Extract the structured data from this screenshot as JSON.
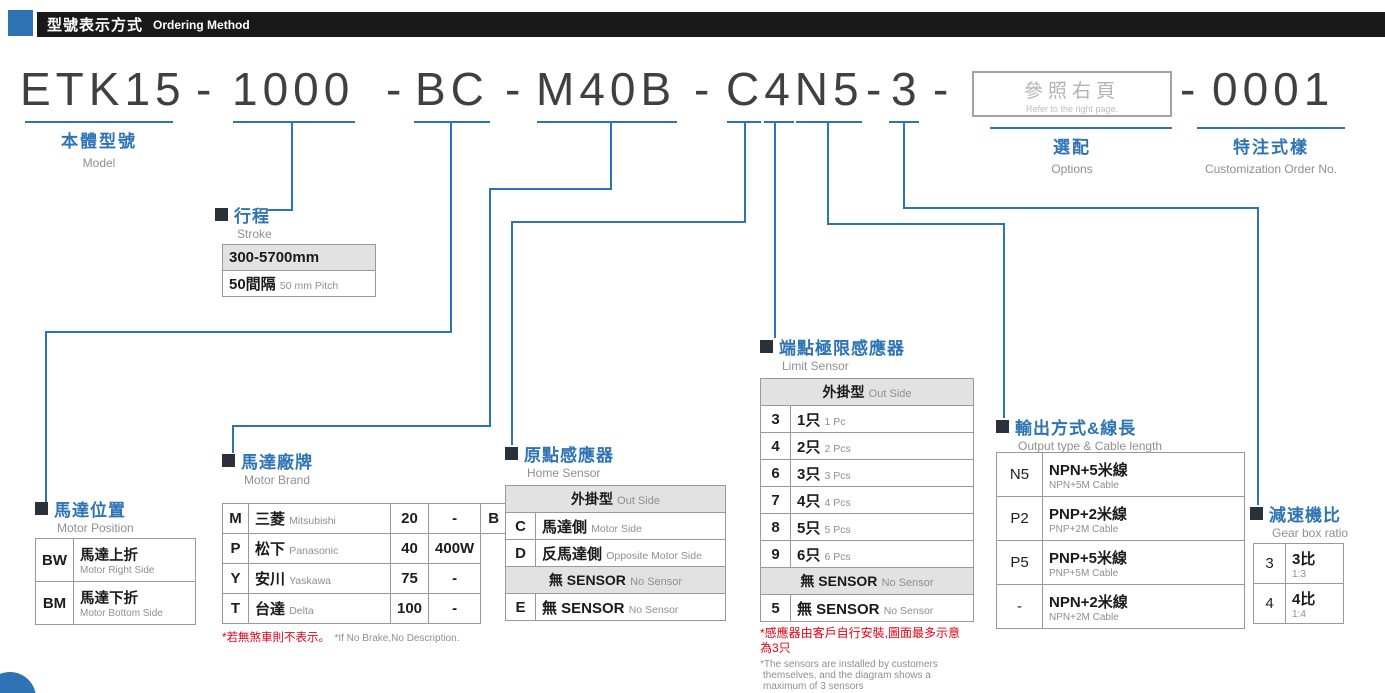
{
  "colors": {
    "accent_blue": "#2e74b5",
    "header_bar": "#191919",
    "table_header_bg": "#e2e2e2",
    "note_red": "#e60012",
    "code_text": "#404040",
    "subtitle_gray": "#8f8f8f"
  },
  "header": {
    "title_zh": "型號表示方式",
    "title_en": "Ordering Method"
  },
  "model": {
    "dash": "-",
    "body": "ETK15",
    "stroke": "1000",
    "position": "BC",
    "brand": "M40B",
    "sensor": "C4N5",
    "gear": "3",
    "custom": "0001",
    "ref_box": {
      "zh": "參照右頁",
      "en": "Refer to the right page."
    }
  },
  "callouts": {
    "model": {
      "zh": "本體型號",
      "en": "Model"
    },
    "options": {
      "zh": "選配",
      "en": "Options"
    },
    "custom": {
      "zh": "特注式樣",
      "en": "Customization Order No."
    }
  },
  "stroke": {
    "title_zh": "行程",
    "title_en": "Stroke",
    "range": "300-5700mm",
    "pitch_zh": "50間隔",
    "pitch_en": "50 mm Pitch"
  },
  "motor_position": {
    "title_zh": "馬達位置",
    "title_en": "Motor Position",
    "rows": [
      {
        "code": "BW",
        "zh": "馬達上折",
        "en": "Motor Right Side"
      },
      {
        "code": "BM",
        "zh": "馬達下折",
        "en": "Motor Bottom Side"
      }
    ]
  },
  "motor_brand": {
    "title_zh": "馬達廠牌",
    "title_en": "Motor Brand",
    "rows": [
      {
        "code": "M",
        "zh": "三菱",
        "en": "Mitsubishi",
        "power": "20",
        "watt": "-",
        "brake": "B"
      },
      {
        "code": "P",
        "zh": "松下",
        "en": "Panasonic",
        "power": "40",
        "watt": "400W",
        "brake": ""
      },
      {
        "code": "Y",
        "zh": "安川",
        "en": "Yaskawa",
        "power": "75",
        "watt": "-",
        "brake": ""
      },
      {
        "code": "T",
        "zh": "台達",
        "en": "Delta",
        "power": "100",
        "watt": "-",
        "brake": ""
      }
    ],
    "note_zh": "*若無煞車則不表示。",
    "note_en": "*If No Brake,No Description."
  },
  "home_sensor": {
    "title_zh": "原點感應器",
    "title_en": "Home Sensor",
    "rows": [
      {
        "type": "header",
        "zh": "外掛型",
        "en": "Out Side"
      },
      {
        "type": "item",
        "code": "C",
        "zh": "馬達側",
        "en": "Motor Side"
      },
      {
        "type": "item",
        "code": "D",
        "zh": "反馬達側",
        "en": "Opposite Motor Side"
      },
      {
        "type": "header",
        "zh": "無 SENSOR",
        "en": "No Sensor"
      },
      {
        "type": "item",
        "code": "E",
        "zh": "無 SENSOR",
        "en": "No Sensor"
      }
    ]
  },
  "limit_sensor": {
    "title_zh": "端點極限感應器",
    "title_en": "Limit Sensor",
    "rows": [
      {
        "type": "header",
        "zh": "外掛型",
        "en": "Out Side"
      },
      {
        "type": "item",
        "code": "3",
        "zh": "1只",
        "en": "1 Pc"
      },
      {
        "type": "item",
        "code": "4",
        "zh": "2只",
        "en": "2 Pcs"
      },
      {
        "type": "item",
        "code": "6",
        "zh": "3只",
        "en": "3 Pcs"
      },
      {
        "type": "item",
        "code": "7",
        "zh": "4只",
        "en": "4 Pcs"
      },
      {
        "type": "item",
        "code": "8",
        "zh": "5只",
        "en": "5 Pcs"
      },
      {
        "type": "item",
        "code": "9",
        "zh": "6只",
        "en": "6 Pcs"
      },
      {
        "type": "header",
        "zh": "無 SENSOR",
        "en": "No Sensor"
      },
      {
        "type": "item",
        "code": "5",
        "zh": "無 SENSOR",
        "en": "No Sensor"
      }
    ],
    "note_zh_1": "*感應器由客戶自行安裝,圖面最多示意",
    "note_zh_2": "為3只",
    "note_en_1": "*The sensors are installed by customers",
    "note_en_2": "themselves, and the diagram shows a",
    "note_en_3": "maximum of 3 sensors"
  },
  "output": {
    "title_zh": "輸出方式&線長",
    "title_en": "Output type & Cable length",
    "rows": [
      {
        "code": "N5",
        "zh": "NPN+5米線",
        "en": "NPN+5M Cable"
      },
      {
        "code": "P2",
        "zh": "PNP+2米線",
        "en": "PNP+2M Cable"
      },
      {
        "code": "P5",
        "zh": "PNP+5米線",
        "en": "PNP+5M Cable"
      },
      {
        "code": "-",
        "zh": "NPN+2米線",
        "en": "NPN+2M Cable"
      }
    ]
  },
  "gear": {
    "title_zh": "減速機比",
    "title_en": "Gear box ratio",
    "rows": [
      {
        "code": "3",
        "zh": "3比",
        "en": "1:3"
      },
      {
        "code": "4",
        "zh": "4比",
        "en": "1:4"
      }
    ]
  }
}
